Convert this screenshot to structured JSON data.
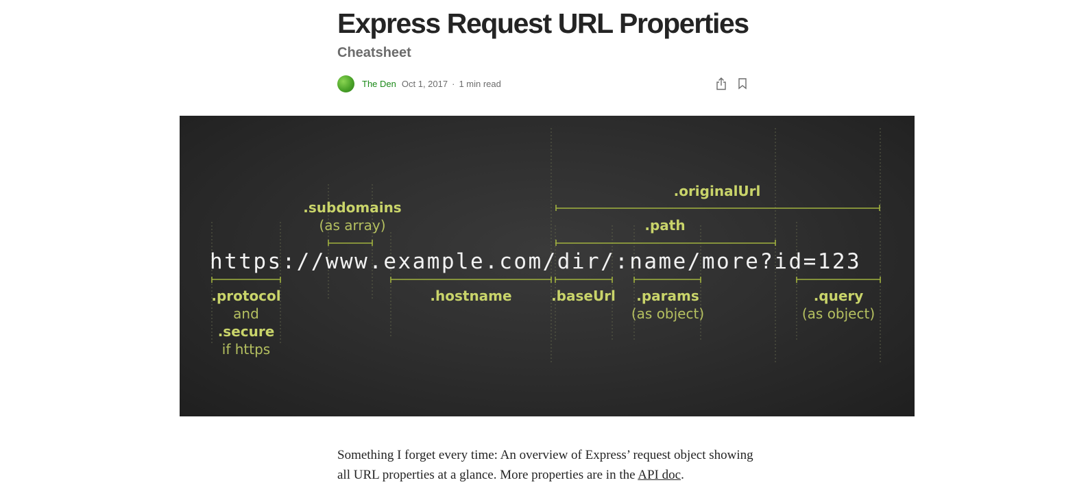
{
  "article": {
    "title": "Express Request URL Properties",
    "subtitle": "Cheatsheet",
    "author": "The Den",
    "date": "Oct 1, 2017",
    "separator": "·",
    "read_time": "1 min read",
    "share_icon": "share-icon",
    "bookmark_icon": "bookmark-icon",
    "author_color": "#1a8917"
  },
  "figure": {
    "url": "https://www.example.com/dir/:name/more?id=123",
    "labels": {
      "original_url": ".originalUrl",
      "subdomains": ".subdomains",
      "subdomains_note": "(as array)",
      "path": ".path",
      "protocol": ".protocol",
      "and": "and",
      "secure": ".secure",
      "secure_note": "if https",
      "hostname": ".hostname",
      "base_url": ".baseUrl",
      "params": ".params",
      "params_note": "(as object)",
      "query": ".query",
      "query_note": "(as object)"
    },
    "accent_color": "#c9d46a",
    "background_color": "#2f2f2f"
  },
  "body": {
    "text_before_link": "Something I forget every time: An overview of Express’ request object showing all URL properties at a glance. More properties are in the ",
    "link_text": "API doc",
    "text_after_link": "."
  }
}
